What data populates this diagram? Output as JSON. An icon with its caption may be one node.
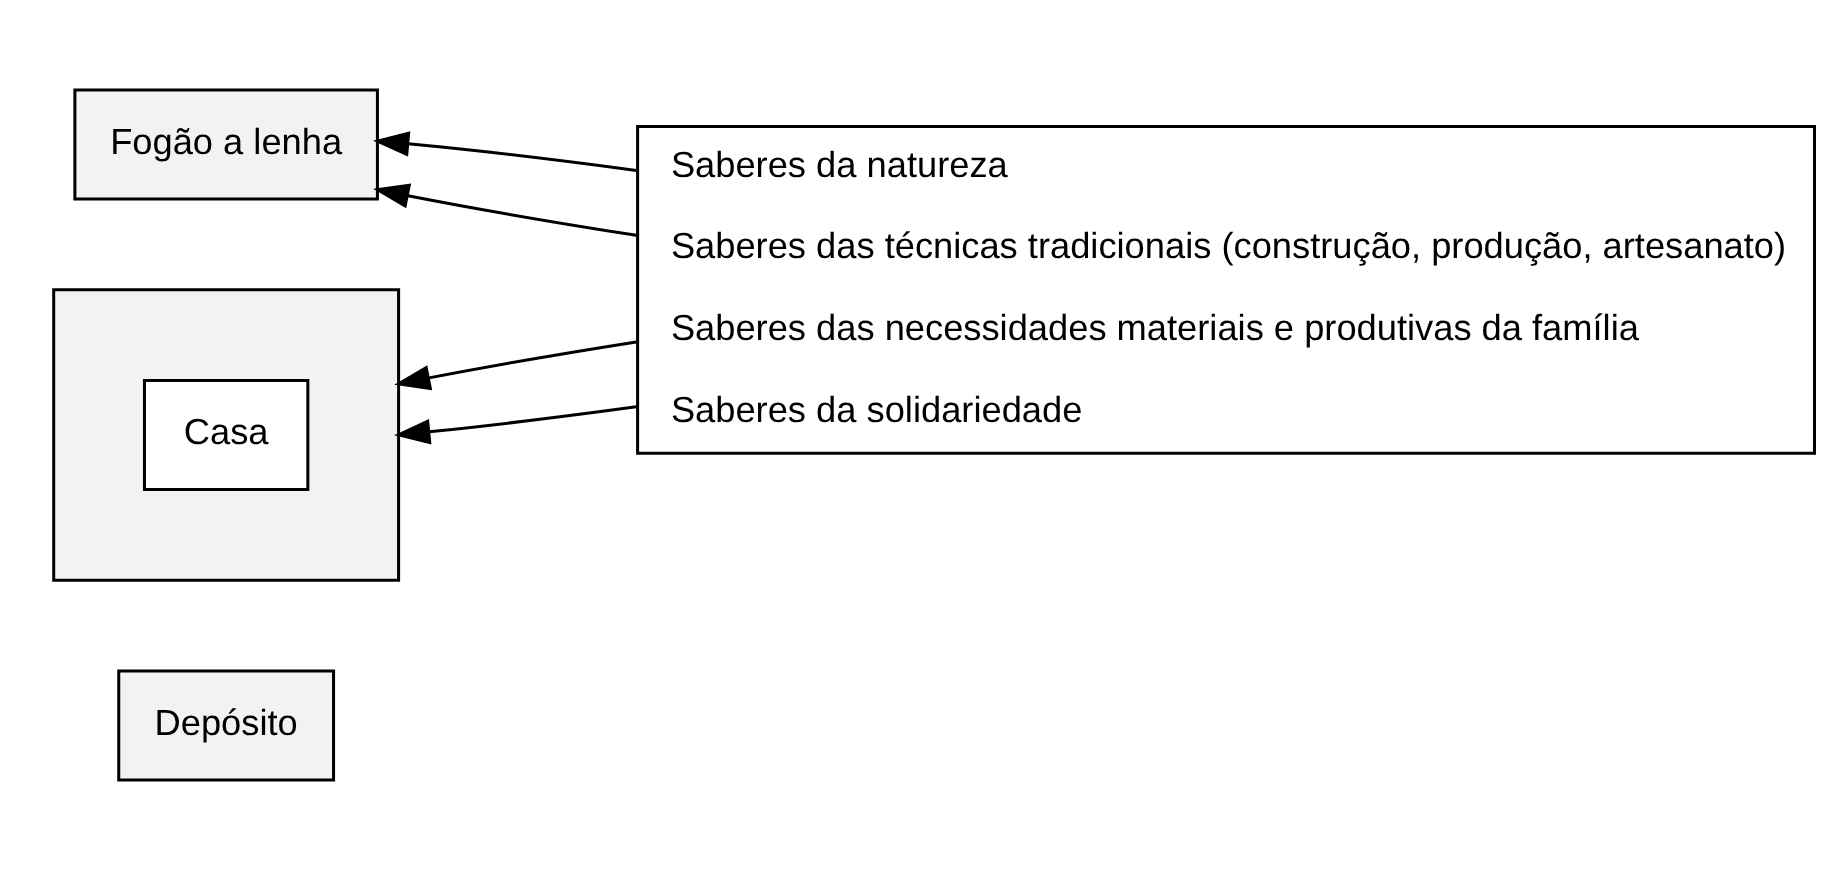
{
  "diagram": {
    "nodes": [
      {
        "text": [
          "Depósito"
        ]
      },
      {
        "text": [
          "Fogão a lenha"
        ]
      },
      {
        "text": [],
        "shape": "box"
      },
      {
        "text": [
          "Casa"
        ],
        "in": 2
      },
      {
        "text": [
          "Saberes da natureza",
          "Saberes das técnicas tradicionais (construção, produção, artesanato)",
          "Saberes das necessidades materiais e produtivas da família",
          "Saberes da solidariedade"
        ]
      }
    ],
    "edges": [
      {
        "from": 4,
        "to": 1,
        "arrow": "to"
      },
      {
        "from": 4,
        "to": 1,
        "arrow": "to"
      },
      {
        "from": 4,
        "to": 2,
        "arrow": "to"
      },
      {
        "from": 4,
        "to": 2,
        "arrow": "to"
      }
    ]
  }
}
